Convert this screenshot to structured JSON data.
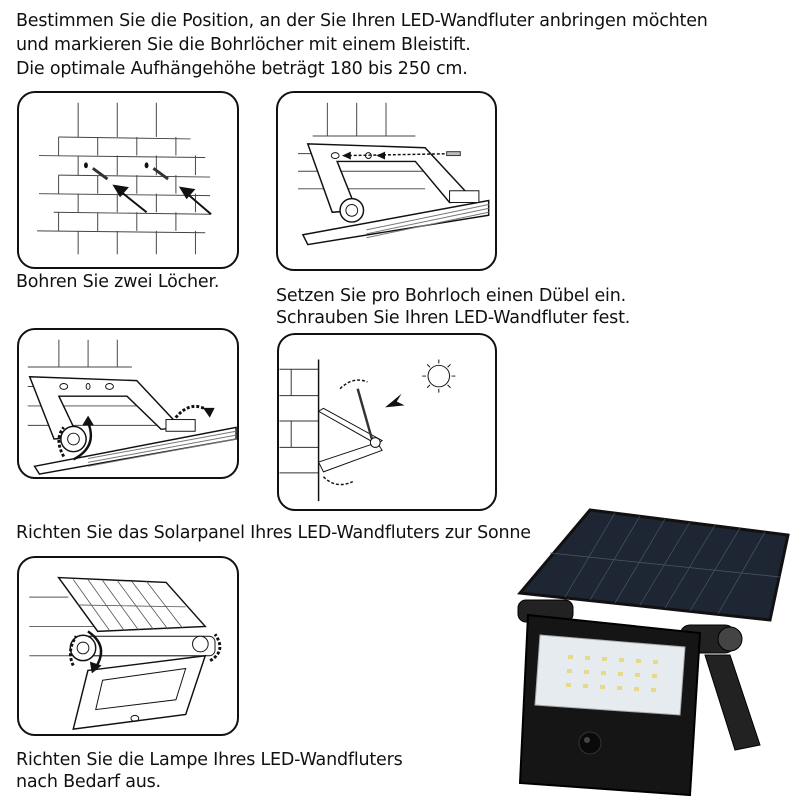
{
  "intro": {
    "line1": "Bestimmen Sie die Position, an der Sie Ihren LED-Wandfluter anbringen möchten",
    "line2": "und markieren Sie die Bohrlöcher mit einem Bleistift.",
    "line3": "Die optimale Aufhängehöhe beträgt 180 bis 250 cm."
  },
  "steps": [
    {
      "caption_line1": "Bohren Sie zwei Löcher.",
      "illustration": "wall-drill-holes"
    },
    {
      "caption_line1": "Setzen Sie pro Bohrloch einen Dübel ein.",
      "caption_line2": "Schrauben Sie Ihren LED-Wandfluter fest.",
      "illustration": "mount-bracket-screws"
    },
    {
      "illustration": "adjust-knobs-rotate"
    },
    {
      "illustration": "side-view-panel-sun"
    },
    {
      "caption_line1": "Richten Sie das Solarpanel Ihres LED-Wandfluters zur Sonne"
    },
    {
      "caption_line1": "Richten Sie die Lampe Ihres LED-Wandfluters",
      "caption_line2": "nach Bedarf aus.",
      "illustration": "adjust-lamp-angle"
    }
  ],
  "product_photo": {
    "name": "solar-led-floodlight",
    "led_rows": 3,
    "led_cols": 6,
    "colors": {
      "housing": "#1a1a1a",
      "panel": "#2f3a4a",
      "diffuser": "#e8edf2",
      "led": "#f0e6b0"
    }
  }
}
